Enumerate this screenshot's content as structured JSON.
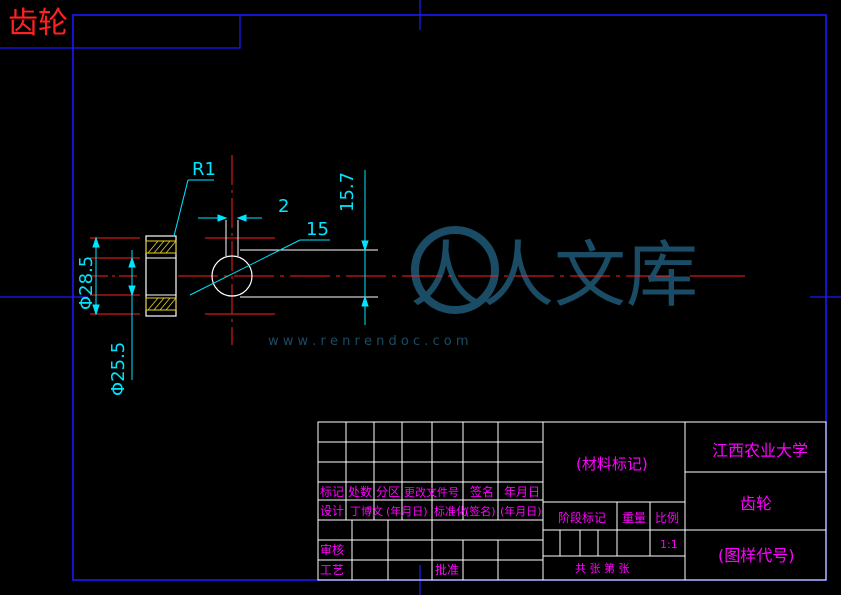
{
  "drawing": {
    "stamp_title": "齿轮",
    "dimensions": {
      "radius": "R1",
      "width": "2",
      "depth": "15.7",
      "circle": "15",
      "outer_diameter": "Φ28.5",
      "inner_diameter": "Φ25.5"
    }
  },
  "watermark": {
    "text": "人人文库",
    "url": "w w w . r e n r e n d o c . c o m"
  },
  "title_block": {
    "headers": [
      "标记",
      "处数",
      "分区",
      "更改文件号",
      "签名",
      "年月日"
    ],
    "row_design": [
      "设计",
      "丁博文",
      "(年月日)",
      "标准化",
      "(签名)",
      "(年月日)"
    ],
    "review": "审核",
    "process": "工艺",
    "approve": "批准",
    "material": "(材料标记)",
    "stage": "阶段标记",
    "weight": "重量",
    "scale": "比例",
    "scale_value": "1:1",
    "sheets": "共   张  第   张",
    "university": "江西农业大学",
    "part_name": "齿轮",
    "drawing_code": "(图样代号)"
  },
  "colors": {
    "border": "#1a1aff",
    "white": "#ffffff",
    "cyan": "#00e5ff",
    "magenta": "#ff00ff",
    "red": "#ff2020",
    "yellow": "#e8d020"
  }
}
